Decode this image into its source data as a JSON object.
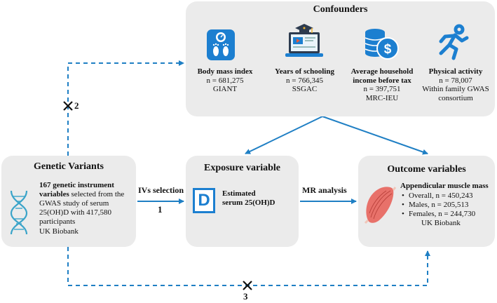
{
  "confounders": {
    "title": "Confounders",
    "items": [
      {
        "name": "Body mass index",
        "n": "n = 681,275",
        "source": "GIANT",
        "icon": "scale-icon"
      },
      {
        "name": "Years of schooling",
        "n": "n = 766,345",
        "source": "SSGAC",
        "icon": "graduation-laptop-icon"
      },
      {
        "name_line1": "Average household",
        "name_line2": "income before tax",
        "n": "n = 397,751",
        "source": "MRC-IEU",
        "icon": "coins-dollar-icon"
      },
      {
        "name": "Physical activity",
        "n": "n = 78,007",
        "source_line1": "Within family GWAS",
        "source_line2": "consortium",
        "icon": "running-person-icon"
      }
    ]
  },
  "genetic": {
    "title": "Genetic Variants",
    "bold_text": "167 genetic instrument variables",
    "text_rest": " selected from the GWAS study of serum 25(OH)D with 417,580 participants",
    "source": "UK Biobank",
    "icon": "dna-icon"
  },
  "exposure": {
    "title": "Exposure variable",
    "letter": "D",
    "label_line1": "Estimated",
    "label_line2": "serum 25(OH)D",
    "icon": "letter-d-icon"
  },
  "outcome": {
    "title": "Outcome variables",
    "subtitle": "Appendicular muscle mass",
    "bullets": [
      "Overall, n = 450,243",
      "Males, n = 205,513",
      "Females, n = 244,730"
    ],
    "source": "UK Biobank",
    "icon": "muscle-icon"
  },
  "arrows": {
    "ivs_label": "IVs selection",
    "ivs_number": "1",
    "mr_label": "MR analysis",
    "path2_number": "2",
    "path3_number": "3"
  },
  "colors": {
    "arrow": "#1f7fc4",
    "box": "#ebebeb",
    "icon_blue": "#1c7fd0",
    "muscle": "#e8716a"
  }
}
